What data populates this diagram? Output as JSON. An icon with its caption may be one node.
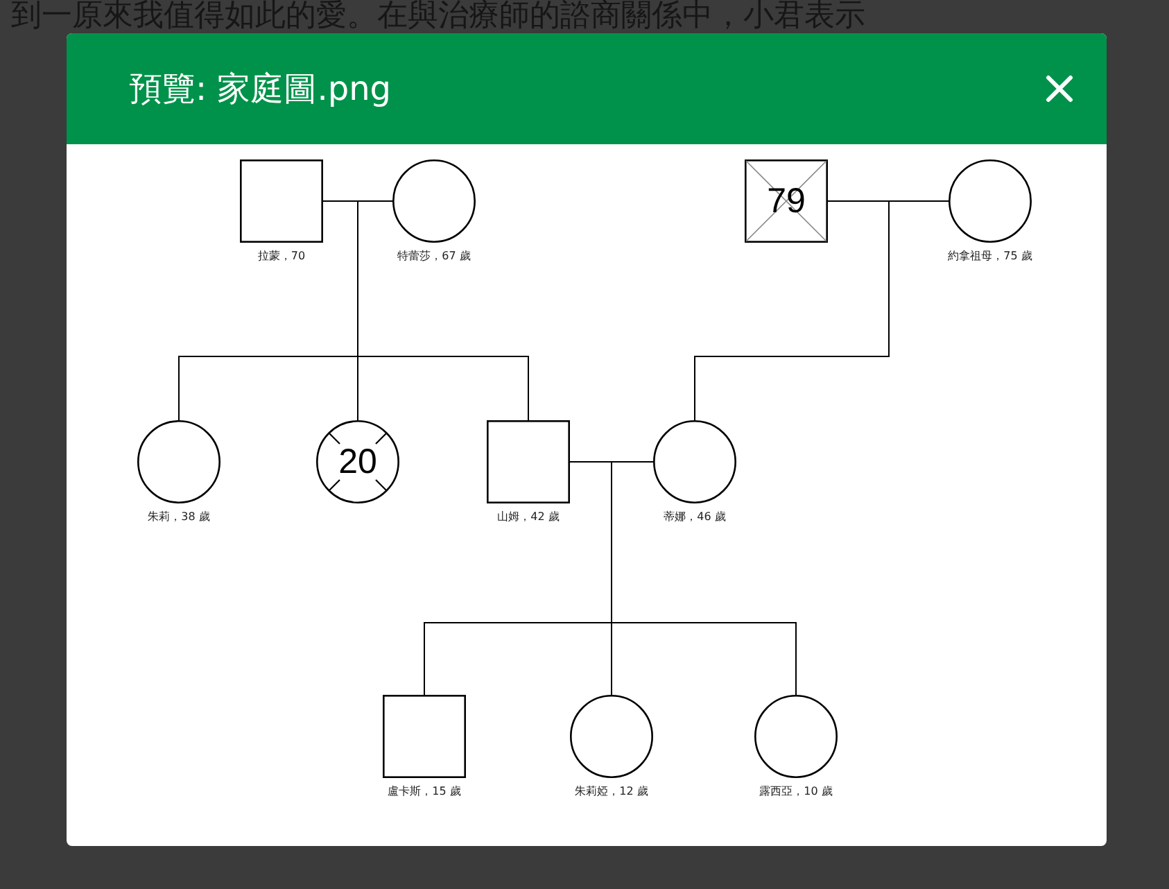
{
  "diagram": {
    "title": "預覽: 家庭圖.png",
    "nodes": [
      {
        "text": [],
        "shape": "box",
        "beside": [
          "拉蒙，70"
        ]
      },
      {
        "text": [],
        "shape": "circle",
        "beside": [
          "特蕾莎，67 歲"
        ]
      },
      {
        "text": [
          "79"
        ]
      },
      {
        "text": [],
        "shape": "circle",
        "beside": [
          "約拿祖母，75 歲"
        ]
      },
      {
        "text": [],
        "shape": "circle",
        "beside": [
          "朱莉，38 歲"
        ]
      },
      {
        "text": [
          "20"
        ]
      },
      {
        "text": [],
        "shape": "box",
        "beside": [
          "山姆，42 歲"
        ]
      },
      {
        "text": [],
        "shape": "circle",
        "beside": [
          "蒂娜，46 歲"
        ]
      },
      {
        "text": [],
        "shape": "box",
        "beside": [
          "盧卡斯，15 歲"
        ]
      },
      {
        "text": [],
        "shape": "circle",
        "beside": [
          "朱莉婭，12 歲"
        ]
      },
      {
        "text": [],
        "shape": "circle",
        "beside": [
          "露西亞，10 歲"
        ]
      }
    ],
    "edges": [
      {
        "from": 0,
        "to": 1,
        "arrow": "none"
      },
      {
        "from": 2,
        "to": 3,
        "arrow": "none"
      },
      {
        "from": 1,
        "to": 4,
        "arrow": "none"
      },
      {
        "from": 1,
        "to": 5,
        "arrow": "none"
      },
      {
        "from": 1,
        "to": 6,
        "arrow": "none"
      },
      {
        "from": 3,
        "to": 7,
        "arrow": "none"
      },
      {
        "from": 6,
        "to": 7,
        "arrow": "none"
      },
      {
        "from": 7,
        "to": 8,
        "arrow": "none"
      },
      {
        "from": 7,
        "to": 9,
        "arrow": "none"
      },
      {
        "from": 7,
        "to": 10,
        "arrow": "none"
      }
    ],
    "labels": [
      "到一原來我值得如此的愛。在與治療師的諮商關係中，小君表示"
    ]
  }
}
